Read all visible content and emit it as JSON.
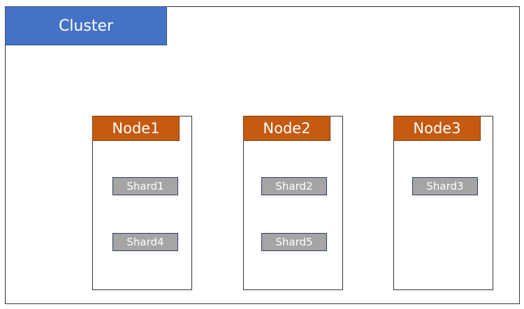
{
  "cluster": {
    "label": "Cluster"
  },
  "nodes": [
    {
      "label": "Node1",
      "shards": [
        "Shard1",
        "Shard4"
      ]
    },
    {
      "label": "Node2",
      "shards": [
        "Shard2",
        "Shard5"
      ]
    },
    {
      "label": "Node3",
      "shards": [
        "Shard3"
      ]
    }
  ],
  "colors": {
    "cluster_header": "#4472c4",
    "node_header": "#c55a11",
    "shard": "#a5a5a5",
    "border": "#333333"
  }
}
